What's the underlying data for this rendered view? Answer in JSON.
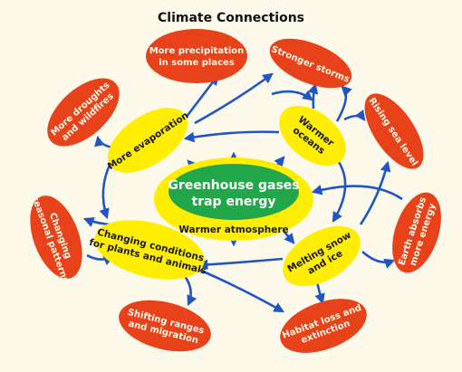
{
  "title": "Climate Connections",
  "center": {
    "line1": "Greenhouse gases",
    "line2": "trap energy",
    "outer_label": "Warmer atmosphere"
  },
  "yellow_nodes": {
    "evaporation": "More evaporation",
    "oceans_line1": "Warmer",
    "oceans_line2": "oceans",
    "snow_line1": "Melting snow",
    "snow_line2": "and ice",
    "conditions_line1": "Changing conditions",
    "conditions_line2": "for plants and animals"
  },
  "red_nodes": {
    "precip_line1": "More precipitation",
    "precip_line2": "in some places",
    "storms": "Stronger storms",
    "sea_level": "Rising sea level",
    "earth_line1": "Earth absorbs",
    "earth_line2": "more energy",
    "habitat_line1": "Habitat loss and",
    "habitat_line2": "extinction",
    "ranges_line1": "Shifting ranges",
    "ranges_line2": "and migration",
    "seasonal_line1": "Changing",
    "seasonal_line2": "seasonal patterns",
    "droughts_line1": "More droughts",
    "droughts_line2": "and wildfires"
  },
  "colors": {
    "background": "#fdfaec",
    "red": "#e8421a",
    "yellow": "#ffee00",
    "green": "#22a64a",
    "arrow": "#1f56c4"
  }
}
